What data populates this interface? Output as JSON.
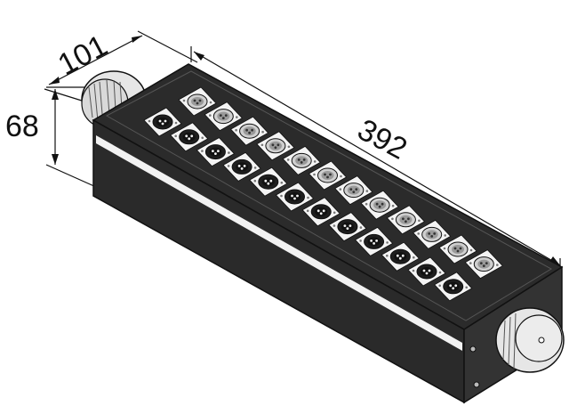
{
  "dimensions": {
    "depth": "101",
    "height": "68",
    "length": "392"
  },
  "connectors": {
    "top_row_count": 12,
    "bottom_row_count": 12,
    "top_row_type": "xlr-female",
    "bottom_row_type": "xlr-male"
  },
  "colors": {
    "body": "#2b2b2b",
    "plate": "#3a3a3a",
    "stripe": "#f2f2f2",
    "socket_plate": "#f4f4f4",
    "connector_face": "#cfcfcf",
    "line": "#111111"
  }
}
